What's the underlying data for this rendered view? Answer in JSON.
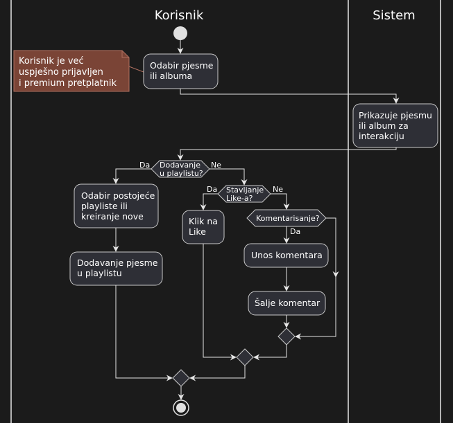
{
  "lanes": {
    "korisnik": "Korisnik",
    "sistem": "Sistem"
  },
  "note": {
    "line1": "Korisnik je već",
    "line2": "uspješno prijavljen",
    "line3": "i premium pretplatnik"
  },
  "activities": {
    "odabir": {
      "line1": "Odabir pjesme",
      "line2": "ili albuma"
    },
    "prikazuje": {
      "line1": "Prikazuje pjesmu",
      "line2": "ili album za",
      "line3": "interakciju"
    },
    "postojece": {
      "line1": "Odabir postojeće",
      "line2": "playliste ili",
      "line3": "kreiranje nove"
    },
    "dodavanje": {
      "line1": "Dodavanje pjesme",
      "line2": "u playlistu"
    },
    "klik": {
      "line1": "Klik na",
      "line2": "Like"
    },
    "unos": {
      "line1": "Unos komentara"
    },
    "salje": {
      "line1": "Šalje komentar"
    }
  },
  "decisions": {
    "playlist": {
      "line1": "Dodavanje",
      "line2": "u playlistu?",
      "yes": "Da",
      "no": "Ne"
    },
    "like": {
      "line1": "Stavljanje",
      "line2": "Like-a?",
      "yes": "Da",
      "no": "Ne"
    },
    "komentar": {
      "line1": "Komentarisanje?",
      "yes": "Da"
    }
  },
  "colors": {
    "background": "#1b1b1b",
    "box_fill": "#2e2f36",
    "box_stroke": "#c9c9c9",
    "note_fill": "#7a4436",
    "line": "#e6e6e6"
  }
}
